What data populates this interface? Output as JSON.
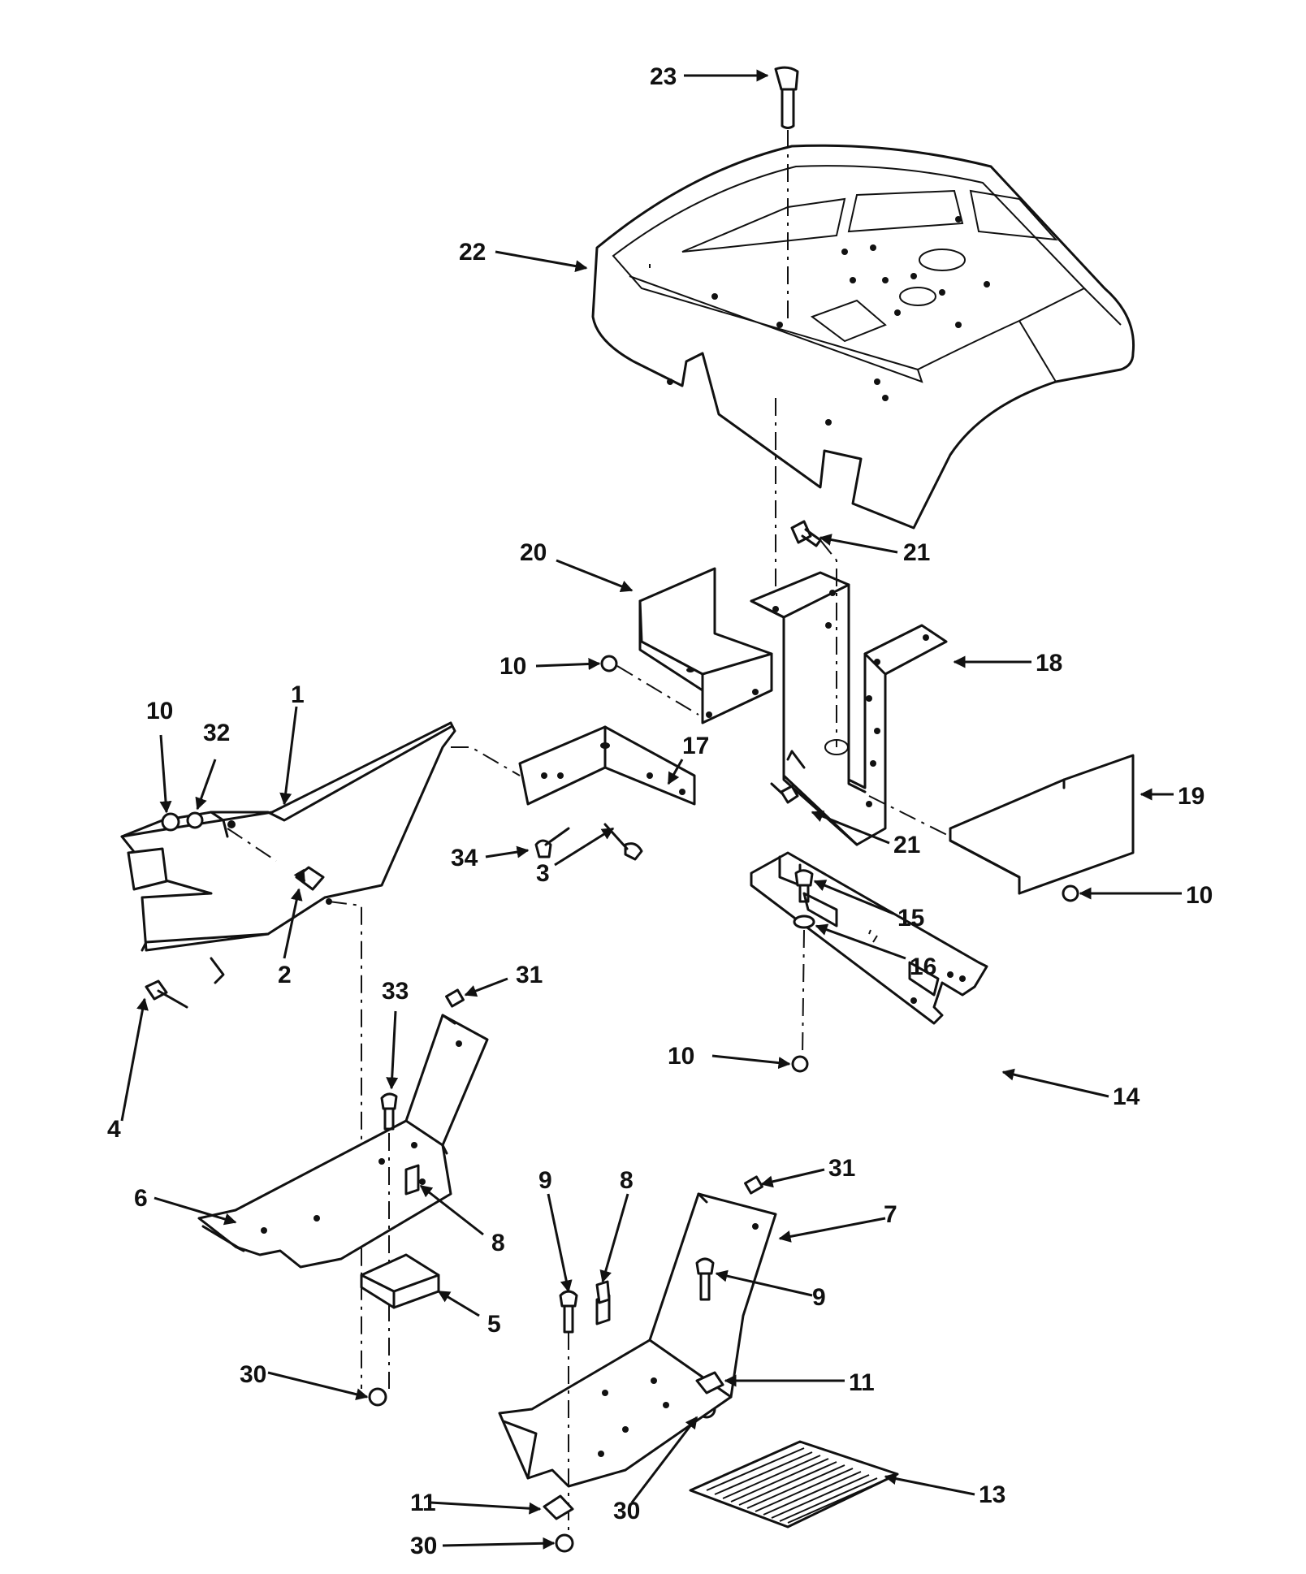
{
  "callouts": {
    "c1": "1",
    "c2": "2",
    "c3": "3",
    "c4": "4",
    "c5": "5",
    "c6": "6",
    "c7": "7",
    "c8a": "8",
    "c8b": "8",
    "c9a": "9",
    "c9b": "9",
    "c10a": "10",
    "c10b": "10",
    "c10c": "10",
    "c10d": "10",
    "c11a": "11",
    "c11b": "11",
    "c13": "13",
    "c14": "14",
    "c15": "15",
    "c16": "16",
    "c17": "17",
    "c18": "18",
    "c19": "19",
    "c20": "20",
    "c21a": "21",
    "c21b": "21",
    "c22": "22",
    "c23": "23",
    "c30a": "30",
    "c30b": "30",
    "c30c": "30",
    "c31a": "31",
    "c31b": "31",
    "c32": "32",
    "c33": "33",
    "c34": "34"
  },
  "colors": {
    "ink": "#111111",
    "paper": "#ffffff"
  }
}
